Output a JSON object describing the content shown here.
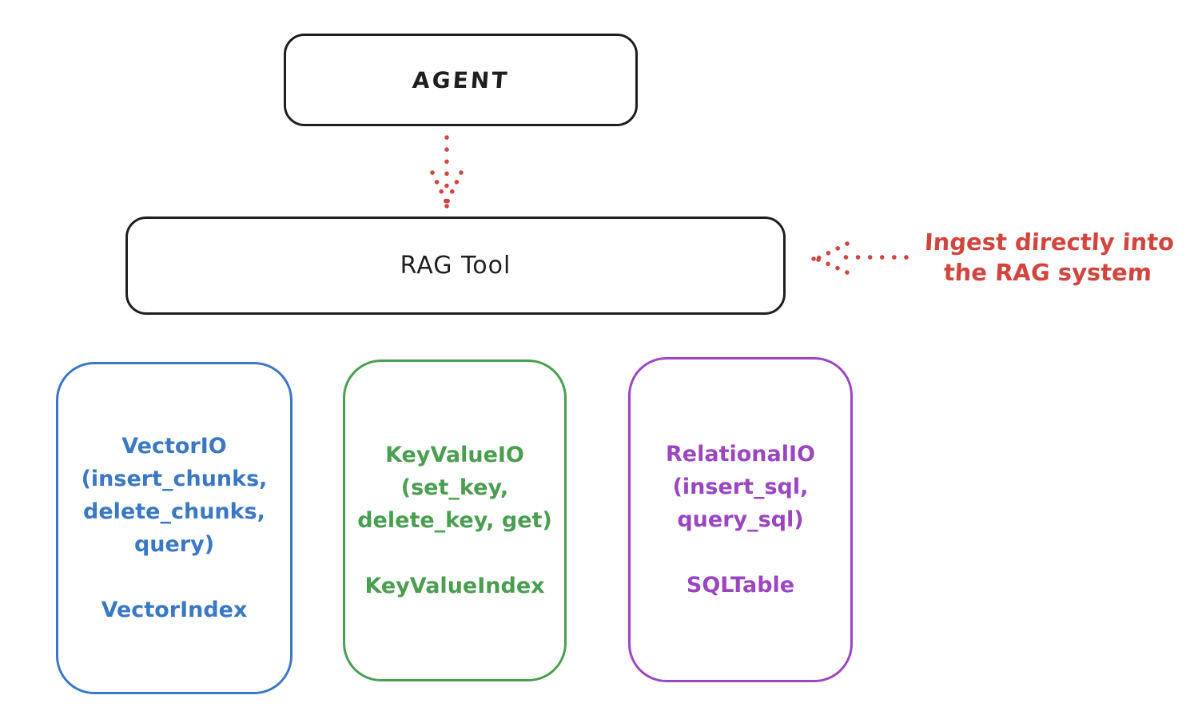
{
  "diagram": {
    "title_hint": "RAG Tool architecture sketch",
    "colors": {
      "ink": "#1e1e1e",
      "red": "#d2453e",
      "blue": "#3b78c4",
      "green": "#4a9e50",
      "purple": "#9b46c0",
      "background": "#ffffff"
    },
    "agent_box": {
      "label": "AGENT"
    },
    "rag_tool_box": {
      "label": "RAG Tool"
    },
    "annotation": {
      "line1": "Ingest directly into",
      "line2": "the RAG system",
      "color": "#d2453e"
    },
    "arrows": [
      {
        "name": "agent-to-rag-arrow",
        "style": "dotted",
        "color": "#d2453e",
        "direction": "down"
      },
      {
        "name": "ingest-into-rag-arrow",
        "style": "dotted",
        "color": "#d2453e",
        "direction": "left"
      }
    ],
    "backends": [
      {
        "name": "vector-io",
        "color": "#3b78c4",
        "title": "VectorIO",
        "methods": [
          "(insert_chunks,",
          "delete_chunks,",
          "query)"
        ],
        "index": "VectorIndex"
      },
      {
        "name": "keyvalue-io",
        "color": "#4a9e50",
        "title": "KeyValueIO",
        "methods": [
          "(set_key,",
          "delete_key, get)"
        ],
        "index": "KeyValueIndex"
      },
      {
        "name": "relational-io",
        "color": "#9b46c0",
        "title": "RelationalIO",
        "methods": [
          "(insert_sql,",
          "query_sql)"
        ],
        "index": "SQLTable"
      }
    ]
  }
}
